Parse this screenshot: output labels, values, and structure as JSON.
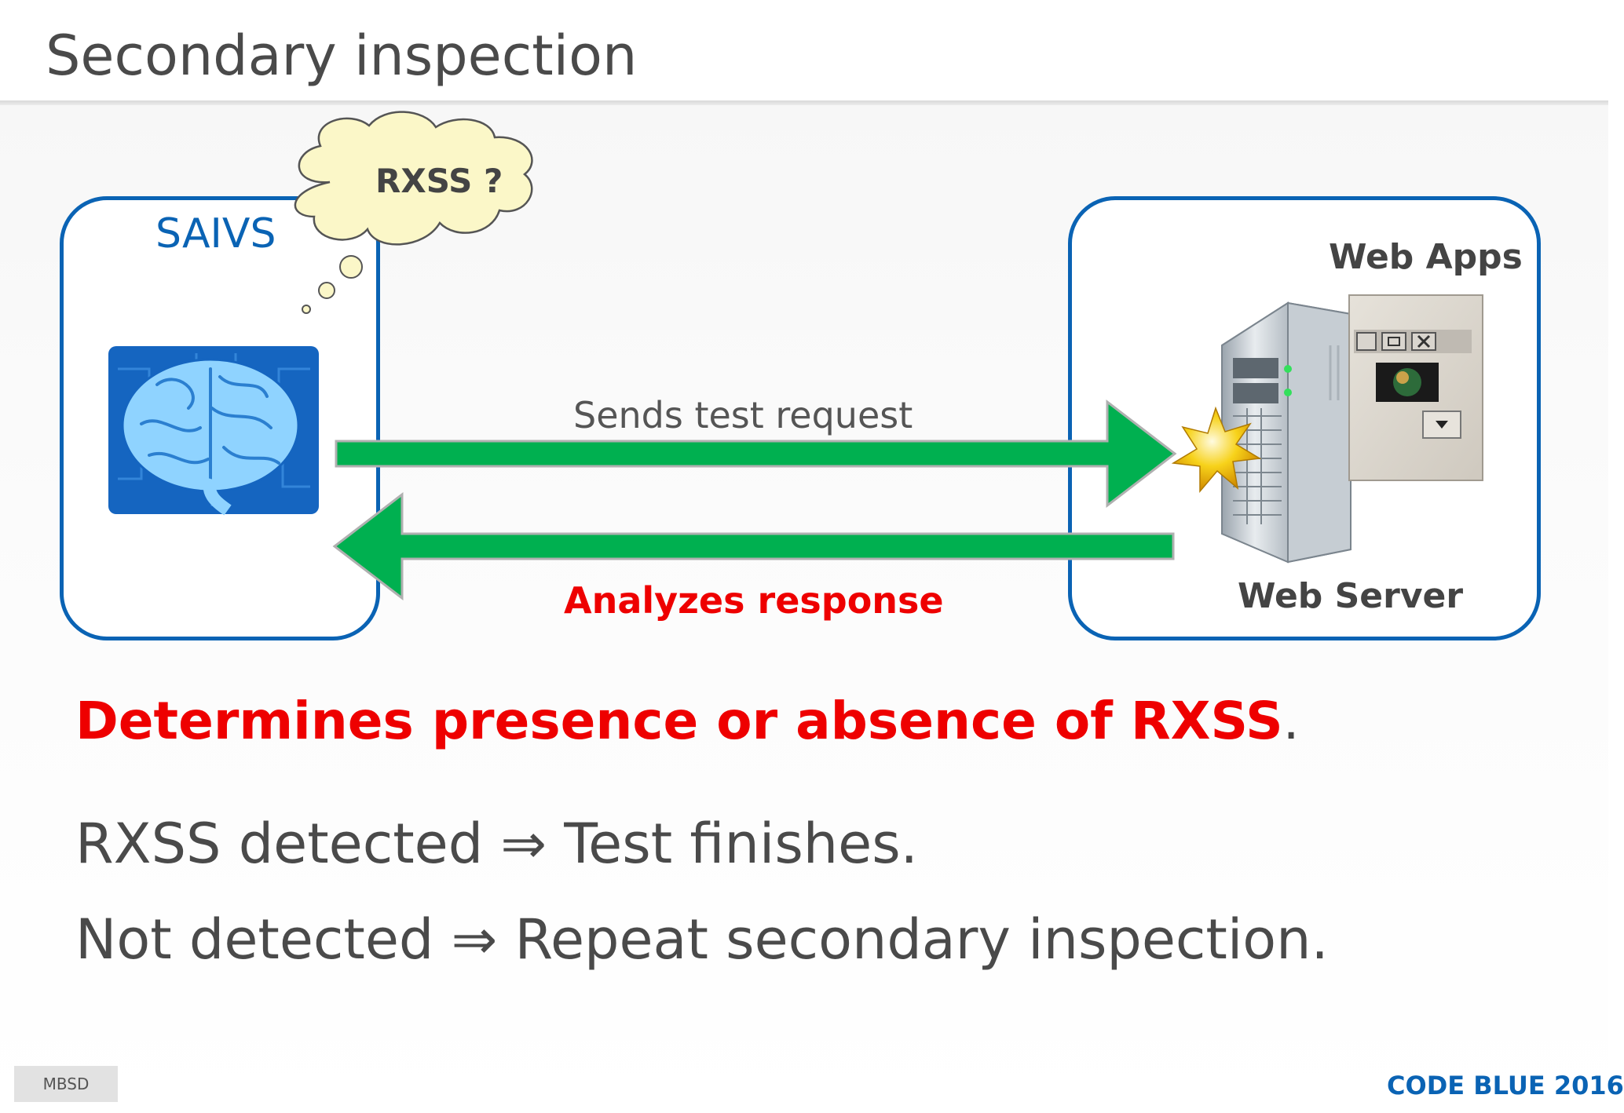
{
  "slide": {
    "title": "Secondary inspection",
    "footer_left": "MBSD",
    "footer_right": "CODE BLUE 2016"
  },
  "diagram": {
    "left_box_label": "SAIVS",
    "thought_bubble": "RXSS ?",
    "right_box_label_top": "Web Apps",
    "right_box_label_bottom": "Web Server",
    "arrow_request_label": "Sends test request",
    "arrow_response_label": "Analyzes response",
    "colors": {
      "box_border": "#0a63b4",
      "arrow_fill": "#00b050",
      "highlight_red": "#ee0000",
      "brain_panel": "#1565c0",
      "bubble_fill": "#fbf7c8"
    },
    "icons": [
      "brain-circuit-icon",
      "web-server-icon",
      "burst-star-icon",
      "app-window-icon"
    ]
  },
  "conclusion": {
    "headline": "Determines presence or absence of RXSS",
    "headline_end": ".",
    "results": [
      "RXSS detected ⇒ Test finishes.",
      "Not detected ⇒ Repeat secondary inspection."
    ]
  }
}
